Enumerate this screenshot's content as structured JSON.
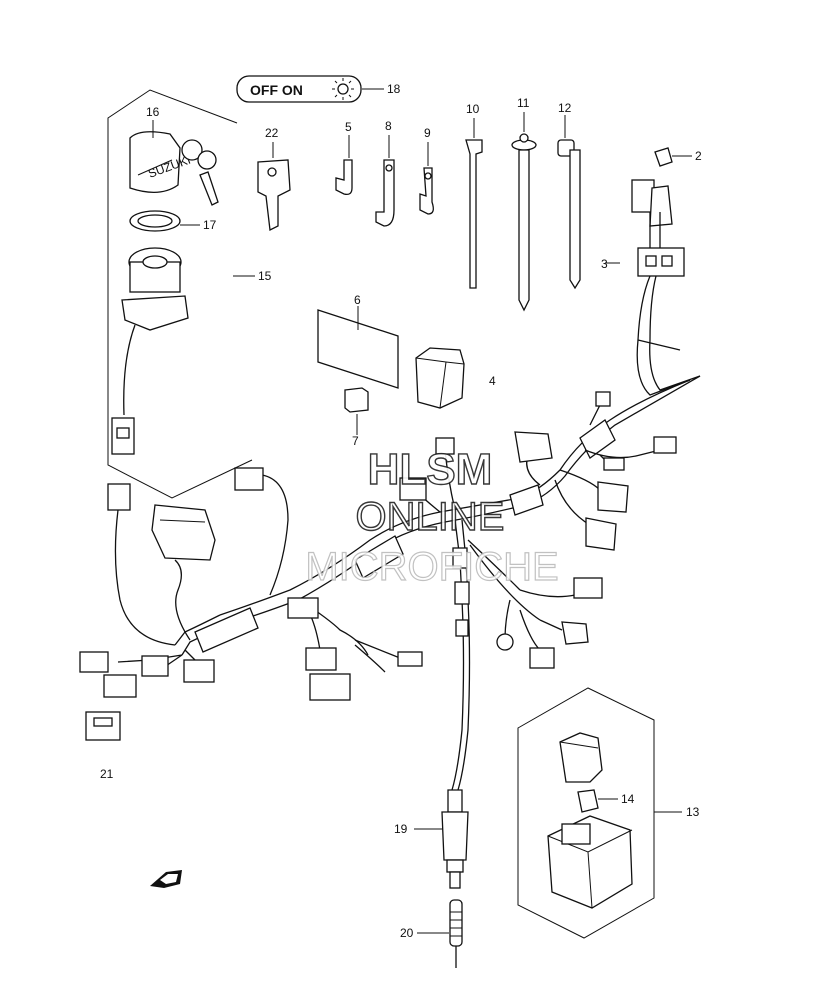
{
  "labels": {
    "p2": "2",
    "p3": "3",
    "p4": "4",
    "p5": "5",
    "p6": "6",
    "p7": "7",
    "p8": "8",
    "p9": "9",
    "p10": "10",
    "p11": "11",
    "p12": "12",
    "p13": "13",
    "p14": "14",
    "p15": "15",
    "p16": "16",
    "p17": "17",
    "p18": "18",
    "p19": "19",
    "p20": "20",
    "p21": "21",
    "p22": "22"
  },
  "switch_plate": {
    "text": "OFF ON",
    "icon": "light-icon"
  },
  "watermark": {
    "line1": "HLSM",
    "line2": "ONLINE",
    "line3": "MICROFICHE"
  },
  "key_brand": "SUZUKI",
  "fwd_icon": "forward-arrow-icon"
}
